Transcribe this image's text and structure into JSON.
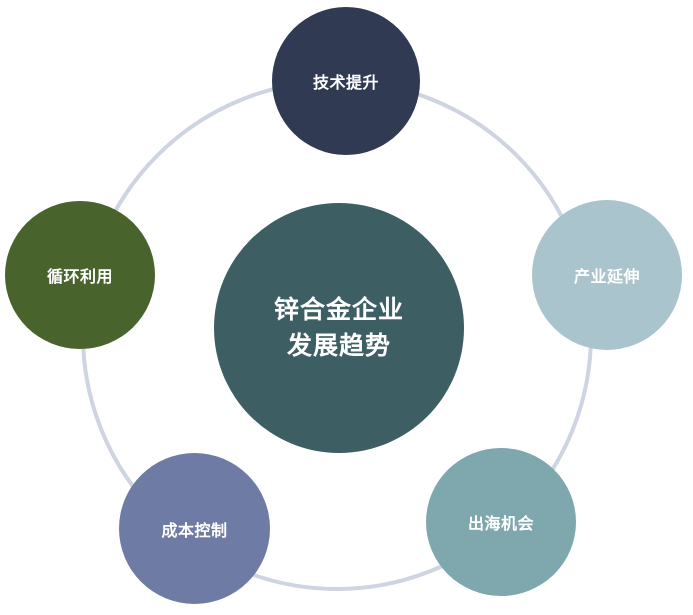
{
  "center": {
    "line1": "锌合金企业",
    "line2": "发展趋势",
    "color": "#3d5f63"
  },
  "nodes": {
    "tech": {
      "label": "技术提升",
      "color": "#303a52"
    },
    "chain": {
      "label": "产业延伸",
      "color": "#a9c4cc"
    },
    "export": {
      "label": "出海机会",
      "color": "#7ea7ae"
    },
    "cost": {
      "label": "成本控制",
      "color": "#6e7ba5"
    },
    "cycle": {
      "label": "循环利用",
      "color": "#48632b"
    }
  },
  "ring": {
    "color": "#cfd4e3"
  }
}
